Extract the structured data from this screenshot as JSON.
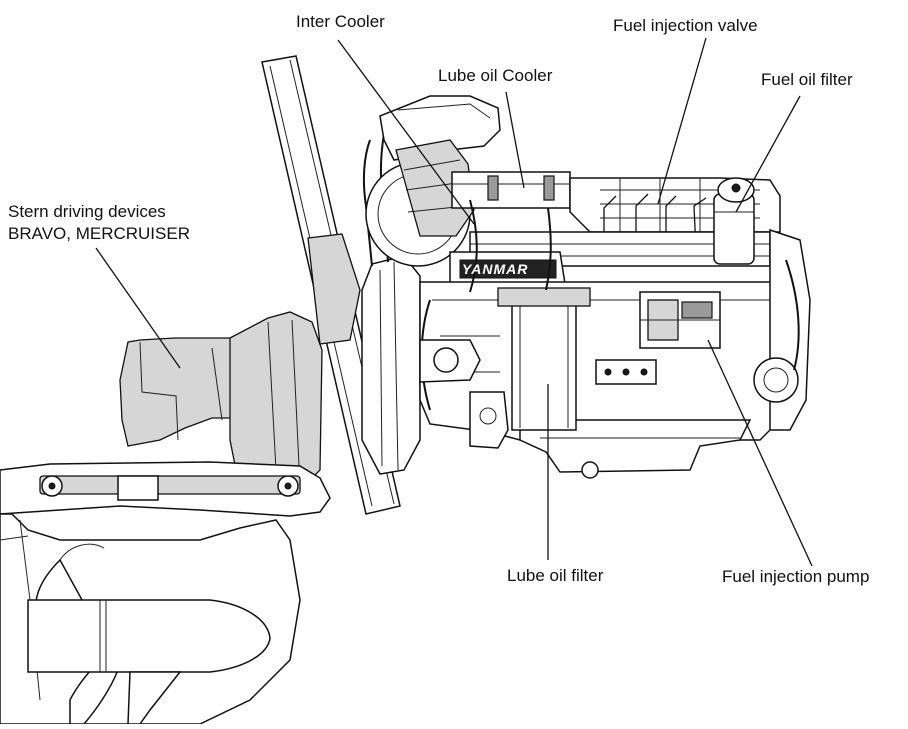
{
  "labels": {
    "inter_cooler": "Inter Cooler",
    "fuel_injection_valve": "Fuel injection valve",
    "lube_oil_cooler": "Lube oil Cooler",
    "fuel_oil_filter": "Fuel oil filter",
    "stern_line1": "Stern driving devices",
    "stern_line2": "BRAVO, MERCRUISER",
    "lube_oil_filter": "Lube oil filter",
    "fuel_injection_pump": "Fuel injection pump",
    "engine_brand": "YANMAR"
  }
}
